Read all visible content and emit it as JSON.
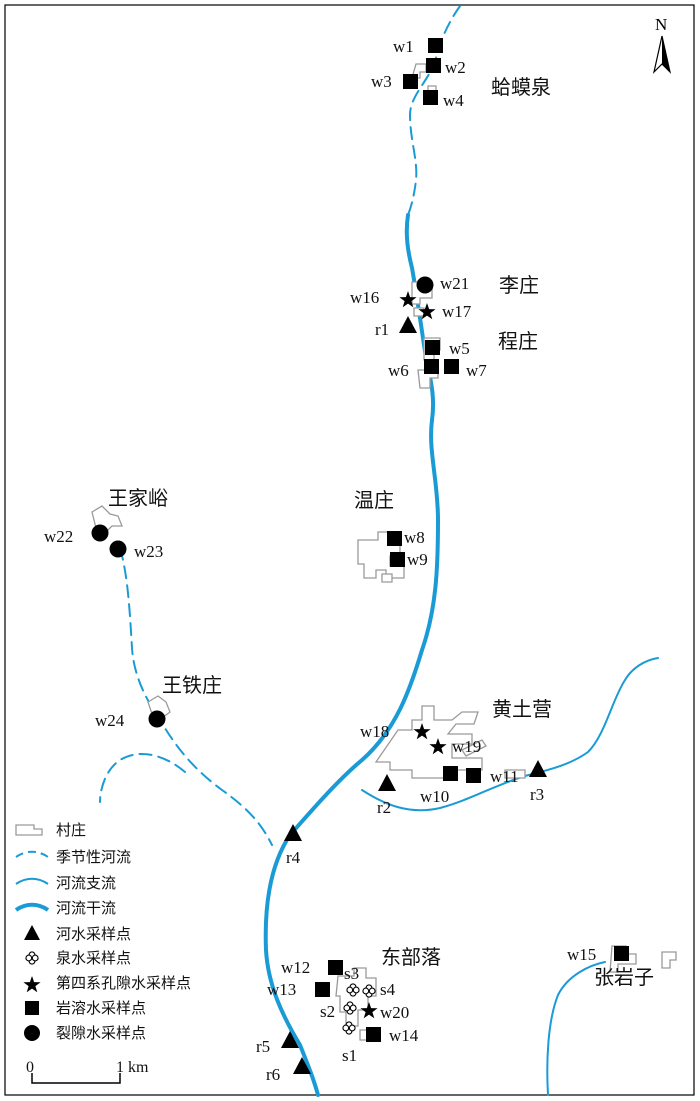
{
  "north_label": "N",
  "places": {
    "hamaquan": "蛤蟆泉",
    "lizhuang": "李庄",
    "chengzhuang": "程庄",
    "wangjiayu": "王家峪",
    "wenzhuang": "温庄",
    "wangtiezhuang": "王铁庄",
    "huangtuying": "黄土营",
    "dongbuluo": "东部落",
    "zhangyanzi": "张岩子"
  },
  "points": {
    "w1": "w1",
    "w2": "w2",
    "w3": "w3",
    "w4": "w4",
    "w5": "w5",
    "w6": "w6",
    "w7": "w7",
    "w8": "w8",
    "w9": "w9",
    "w10": "w10",
    "w11": "w11",
    "w12": "w12",
    "w13": "w13",
    "w14": "w14",
    "w15": "w15",
    "w16": "w16",
    "w17": "w17",
    "w18": "w18",
    "w19": "w19",
    "w20": "w20",
    "w21": "w21",
    "w22": "w22",
    "w23": "w23",
    "w24": "w24",
    "r1": "r1",
    "r2": "r2",
    "r3": "r3",
    "r4": "r4",
    "r5": "r5",
    "r6": "r6",
    "s1": "s1",
    "s2": "s2",
    "s3": "s3",
    "s4": "s4"
  },
  "legend": {
    "village": "村庄",
    "seasonal_river": "季节性河流",
    "tributary": "河流支流",
    "main_river": "河流干流",
    "river_sample": "河水采样点",
    "spring_sample": "泉水采样点",
    "quaternary_sample": "第四系孔隙水采样点",
    "karst_sample": "岩溶水采样点",
    "fissure_sample": "裂隙水采样点"
  },
  "scale": {
    "start": "0",
    "end": "1 km"
  },
  "colors": {
    "river": "#1a9bd6",
    "marker": "#000000",
    "village": "#9a9a9a"
  }
}
